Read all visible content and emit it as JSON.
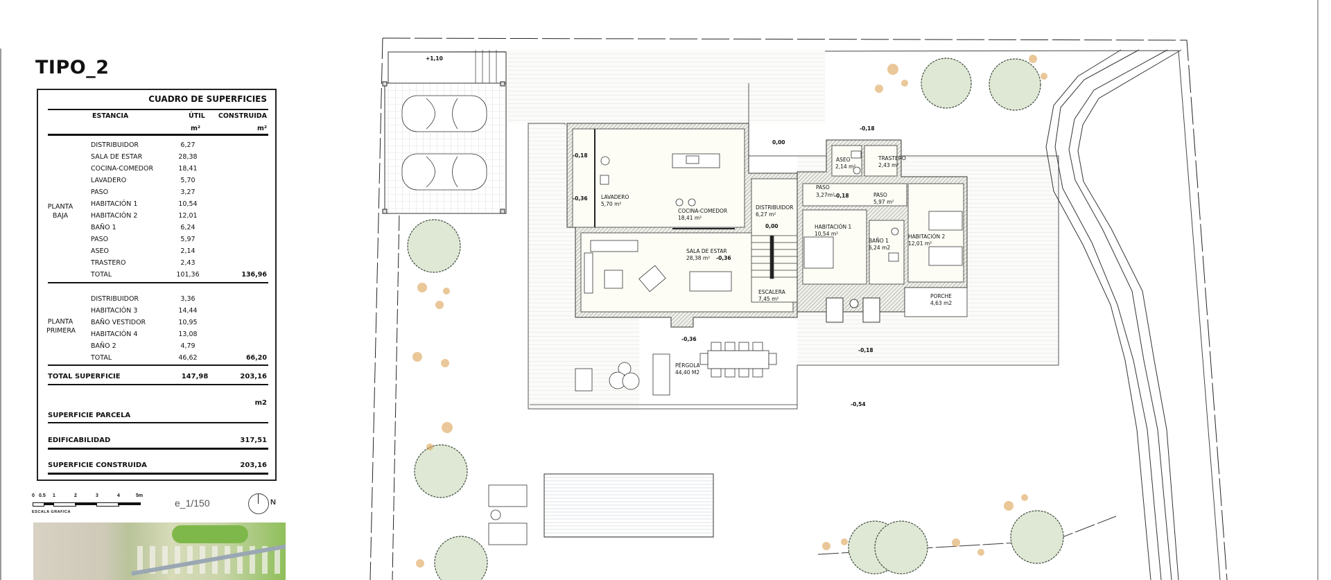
{
  "sheet": {
    "title": "TIPO_2",
    "scale_ratio": "e_1/150",
    "north_label": "N",
    "graphic_scale": {
      "ticks": [
        "0",
        "0.5",
        "1",
        "2",
        "3",
        "4",
        "5m"
      ],
      "caption": "ESCALA GRAFICA"
    }
  },
  "surface_table": {
    "title": "CUADRO DE SUPERFICIES",
    "headers": {
      "estancia": "ESTANCIA",
      "util": "ÚTIL",
      "construida": "CONSTRUIDA",
      "util_unit": "m²",
      "construida_unit": "m²"
    },
    "planta_baja": {
      "label_line1": "PLANTA",
      "label_line2": "BAJA",
      "rows": [
        {
          "name": "DISTRIBUIDOR",
          "util": "6,27"
        },
        {
          "name": "SALA DE ESTAR",
          "util": "28,38"
        },
        {
          "name": "COCINA-COMEDOR",
          "util": "18,41"
        },
        {
          "name": "LAVADERO",
          "util": "5,70"
        },
        {
          "name": "PASO",
          "util": "3,27"
        },
        {
          "name": "HABITACIÓN 1",
          "util": "10,54"
        },
        {
          "name": "HABITACIÓN 2",
          "util": "12,01"
        },
        {
          "name": "BAÑO 1",
          "util": "6,24"
        },
        {
          "name": "PASO",
          "util": "5,97"
        },
        {
          "name": "ASEO",
          "util": "2,14"
        },
        {
          "name": "TRASTERO",
          "util": "2,43"
        }
      ],
      "total": {
        "name": "TOTAL",
        "util": "101,36",
        "construida": "136,96"
      }
    },
    "planta_primera": {
      "label_line1": "PLANTA",
      "label_line2": "PRIMERA",
      "rows": [
        {
          "name": "DISTRIBUIDOR",
          "util": "3,36"
        },
        {
          "name": "HABITACIÓN 3",
          "util": "14,44"
        },
        {
          "name": "BAÑO VESTIDOR",
          "util": "10,95"
        },
        {
          "name": "HABITACIÓN 4",
          "util": "13,08"
        },
        {
          "name": "BAÑO 2",
          "util": "4,79"
        }
      ],
      "total": {
        "name": "TOTAL",
        "util": "46,62",
        "construida": "66,20"
      }
    },
    "total_superficie": {
      "label": "TOTAL SUPERFICIE",
      "util": "147,98",
      "construida": "203,16"
    },
    "unit_m2": "m2",
    "superficie_parcela": {
      "label": "SUPERFICIE PARCELA",
      "value": ""
    },
    "edificabilidad": {
      "label": "EDIFICABILIDAD",
      "value": "317,51"
    },
    "superficie_construida": {
      "label": "SUPERFICIE CONSTRUIDA",
      "value": "203,16"
    }
  },
  "floor_plan": {
    "rooms": [
      {
        "name": "LAVADERO",
        "area": "5,70  m²"
      },
      {
        "name": "COCINA-COMEDOR",
        "area": "18,41  m²"
      },
      {
        "name": "SALA DE ESTAR",
        "area": "28,38  m²"
      },
      {
        "name": "DISTRIBUIDOR",
        "area": "6,27  m²"
      },
      {
        "name": "ESCALERA",
        "area": "7,45  m²"
      },
      {
        "name": "ASEO",
        "area": "2,14  m²"
      },
      {
        "name": "TRASTERO",
        "area": "2,43  m²"
      },
      {
        "name": "PASO",
        "area": "3,27m²"
      },
      {
        "name": "PASO",
        "area": "5,97  m²"
      },
      {
        "name": "HABITACIÓN 1",
        "area": "10,54  m²"
      },
      {
        "name": "BAÑO 1",
        "area": "6,24  m2"
      },
      {
        "name": "HABITACIÓN 2",
        "area": "12,01  m²"
      },
      {
        "name": "PORCHE",
        "area": "4,63 m2"
      },
      {
        "name": "PÉRGOLA",
        "area": "44,40 M2"
      }
    ],
    "levels": {
      "entry": "+1,10",
      "lav_top": "-0,18",
      "lav_side": "-0,36",
      "dist_top": "0,00",
      "dist": "0,00",
      "sala": "-0,36",
      "paso": "-0,18",
      "top_right": "-0,18",
      "terrace": "-0,36",
      "porche_below": "-0,18",
      "garden": "-0,54"
    },
    "colors": {
      "tree_fill": "#dfe8d4",
      "tree_stroke": "#3c4a3c",
      "shrub": "#d99a45",
      "wall_hatch": "#888888",
      "room_fill": "#fdfdf6"
    }
  }
}
